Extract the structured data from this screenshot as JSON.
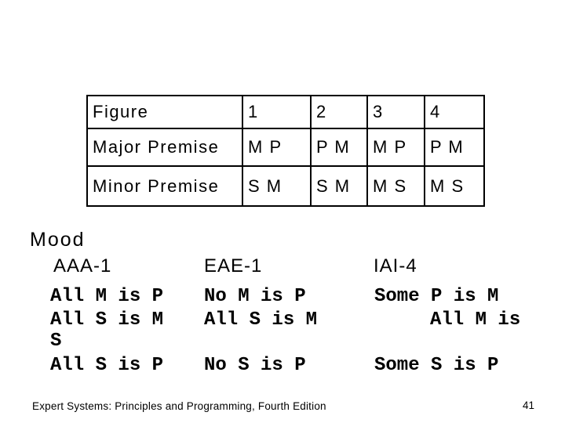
{
  "slide": {
    "background": "#ffffff",
    "text_color": "#000000"
  },
  "figure_table": {
    "header": {
      "label": "Figure",
      "cells": [
        "1",
        "2",
        "3",
        "4"
      ]
    },
    "major_premise": {
      "label": "Major Premise",
      "cells": [
        "M P",
        "P M",
        "M P",
        "P M"
      ]
    },
    "minor_premise": {
      "label": "Minor Premise",
      "cells": [
        "S M",
        "S M",
        "M S",
        "M S"
      ]
    }
  },
  "mood": {
    "heading": "Mood",
    "column_headers": [
      "AAA-1",
      "EAE-1",
      "IAI-4"
    ],
    "display_lines": {
      "line1": {
        "c1": "All M is P",
        "c2": "No M is P",
        "c3": "Some P is M"
      },
      "line2": {
        "c1": "All S is M",
        "c2": "All S is M",
        "c3": "All M is"
      },
      "line3": {
        "c1": "S"
      },
      "line4": {
        "c1": "All S is P",
        "c2": "No S is P",
        "c3": "Some S is P"
      }
    }
  },
  "footer": {
    "book_title": "Expert Systems: Principles and Programming, Fourth Edition",
    "page_number": "41"
  }
}
